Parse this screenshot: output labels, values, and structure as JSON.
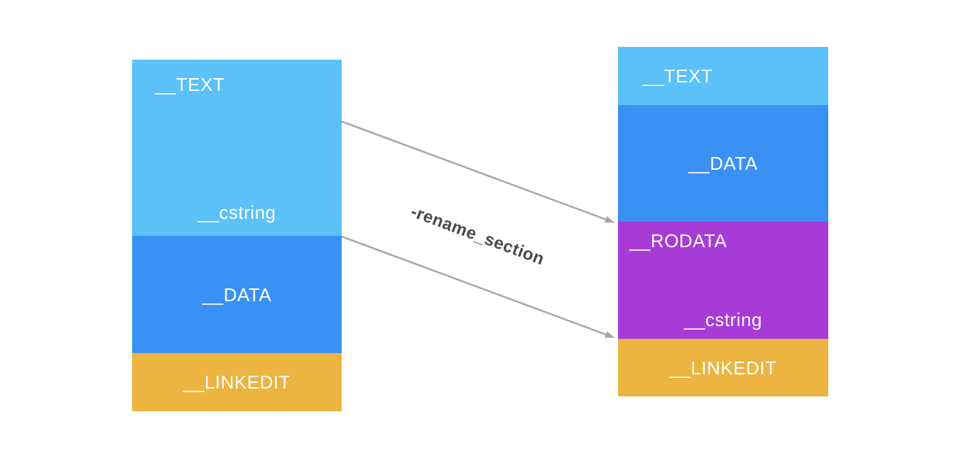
{
  "colors": {
    "text_segment": "#5bc1f8",
    "data_segment": "#3b90f4",
    "rodata_segment": "#a83ad7",
    "linkedit_segment": "#ecb440",
    "arrow": "#a6a6a6",
    "segment_label_text": "#ffffff",
    "rename_label_text": "#4a4a4a",
    "background": "#ffffff"
  },
  "before_column": {
    "text": {
      "label": "__TEXT",
      "sublabel": "__cstring"
    },
    "data": {
      "label": "__DATA"
    },
    "linkedit": {
      "label": "__LINKEDIT"
    }
  },
  "after_column": {
    "text": {
      "label": "__TEXT"
    },
    "data": {
      "label": "__DATA"
    },
    "rodata": {
      "label": "__RODATA",
      "sublabel": "__cstring"
    },
    "linkedit": {
      "label": "__LINKEDIT"
    }
  },
  "transform_label": "-rename_section"
}
